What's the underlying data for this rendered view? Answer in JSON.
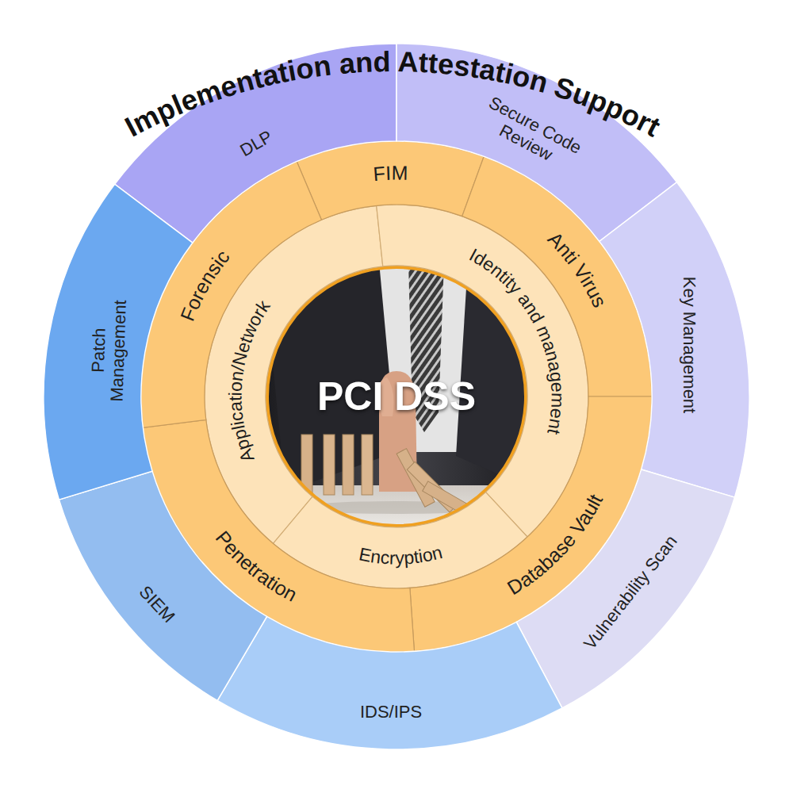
{
  "diagram": {
    "title": "Implementation and Attestation Support",
    "nodes": [
      {
        "text": [
          "PCI DSS"
        ]
      },
      {
        "text": [
          "Application/Network"
        ]
      },
      {
        "text": [
          "Identity and management"
        ]
      },
      {
        "text": [
          "Encryption"
        ]
      },
      {
        "text": [
          "FIM"
        ]
      },
      {
        "text": [
          "Anti Virus"
        ]
      },
      {
        "text": [
          "Database Vault"
        ]
      },
      {
        "text": [
          "Penetration"
        ]
      },
      {
        "text": [
          "Forensic"
        ]
      },
      {
        "text": [
          "DLP"
        ]
      },
      {
        "text": [
          "Secure Code Review"
        ]
      },
      {
        "text": [
          "Key Management"
        ]
      },
      {
        "text": [
          "Vulnerability Scan"
        ]
      },
      {
        "text": [
          "IDS/IPS"
        ]
      },
      {
        "text": [
          "SIEM"
        ]
      },
      {
        "text": [
          "Patch Management"
        ]
      }
    ]
  }
}
